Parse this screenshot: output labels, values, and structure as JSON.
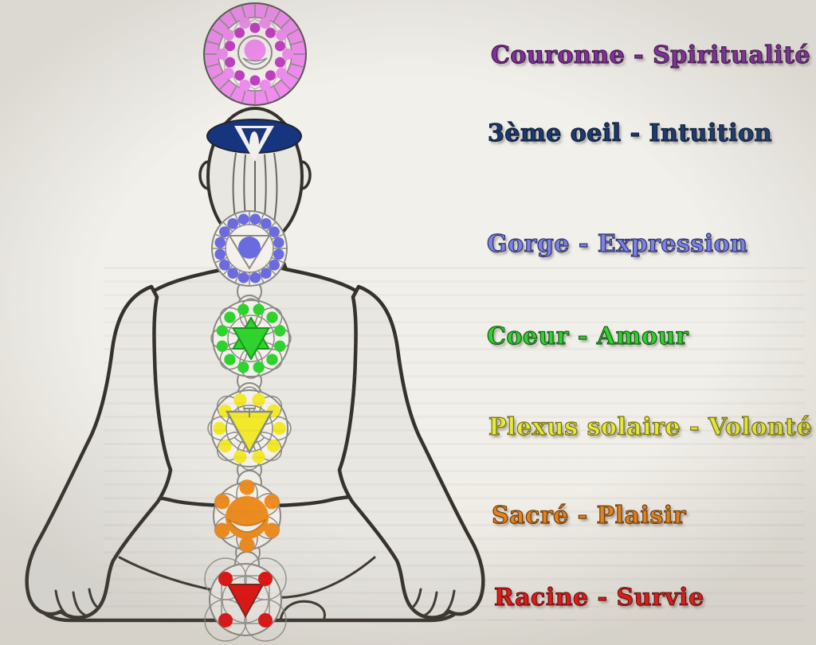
{
  "diagram": {
    "background": "#F1EFE9",
    "labels": [
      {
        "name": "couronne",
        "text": "Couronne - Spiritualité",
        "color": "#7E2F9E",
        "outline": "#45134F"
      },
      {
        "name": "troisieme-oeil",
        "text": "3ème oeil - Intuition",
        "color": "#1C3A6E",
        "outline": "#0C1E3C"
      },
      {
        "name": "gorge",
        "text": "Gorge - Expression",
        "color": "#7B82E8",
        "outline": "#2F3466"
      },
      {
        "name": "coeur",
        "text": "Coeur - Amour",
        "color": "#2FD32F",
        "outline": "#145C14"
      },
      {
        "name": "plexus-solaire",
        "text": "Plexus solaire - Volonté",
        "color": "#E9E93C",
        "outline": "#737310"
      },
      {
        "name": "sacre",
        "text": "Sacré - Plaisir",
        "color": "#E8831E",
        "outline": "#6E3A06"
      },
      {
        "name": "racine",
        "text": "Racine - Survie",
        "color": "#EE1212",
        "outline": "#6E0808"
      }
    ],
    "chakras": {
      "couronne": {
        "color": "#F08CEE",
        "accent": "#C23EC2"
      },
      "troisieme_oeil": {
        "color": "#17357E"
      },
      "gorge": {
        "color": "#6B6BE0"
      },
      "coeur": {
        "color": "#2ED32E",
        "stroke": "#17961B"
      },
      "plexus": {
        "color": "#F2E92A"
      },
      "sacre": {
        "color": "#EE8C1E"
      },
      "racine": {
        "color": "#E60F0F"
      }
    },
    "figure": {
      "body_fill": "#E9E7E2",
      "outline": "#35312C",
      "detail": "#8A8A84"
    }
  }
}
